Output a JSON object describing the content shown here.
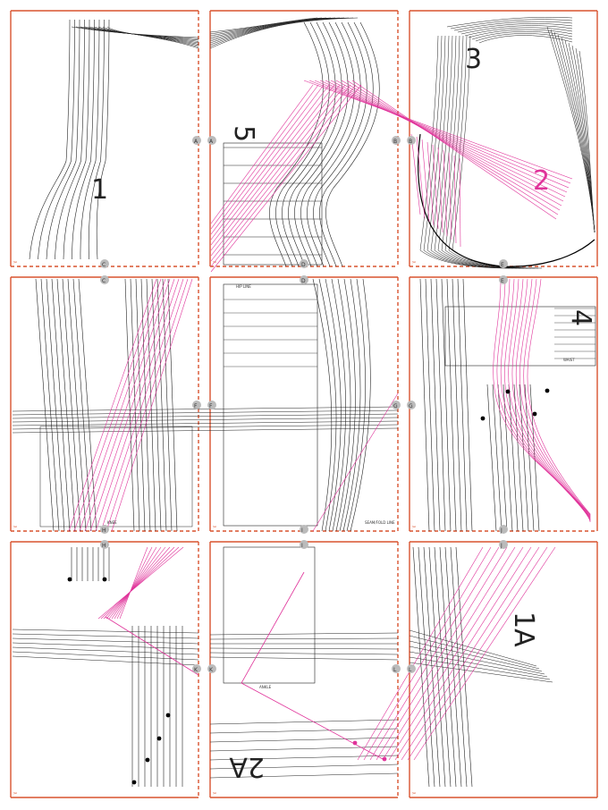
{
  "colors": {
    "frame": "#d9532f",
    "outline": "#222222",
    "pink": "#e0339a",
    "guide": "#555555"
  },
  "pieces": {
    "p1": "1",
    "p1a": "1A",
    "p2": "2",
    "p2a": "2A",
    "p3": "3",
    "p4": "4",
    "p5": "5"
  },
  "pages": [
    {
      "id": "row1-col1"
    },
    {
      "id": "row1-col2"
    },
    {
      "id": "row1-col3"
    },
    {
      "id": "row2-col1"
    },
    {
      "id": "row2-col2"
    },
    {
      "id": "row2-col3"
    },
    {
      "id": "row3-col1"
    },
    {
      "id": "row3-col2"
    },
    {
      "id": "row3-col3"
    }
  ],
  "markers": {
    "A": "A",
    "B": "B",
    "C": "C",
    "D": "D",
    "E": "E",
    "F": "F",
    "G": "G",
    "H": "H",
    "I": "I",
    "J": "J",
    "K": "K",
    "L": "L"
  },
  "labels": {
    "ankle": "ANKLE",
    "hem_right": "SEAM/FOLD LINE",
    "knee": "KNEE",
    "hip_line": "HIP LINE",
    "waist": "WAIST"
  },
  "icon_names": [
    "cut-mark-icon"
  ]
}
